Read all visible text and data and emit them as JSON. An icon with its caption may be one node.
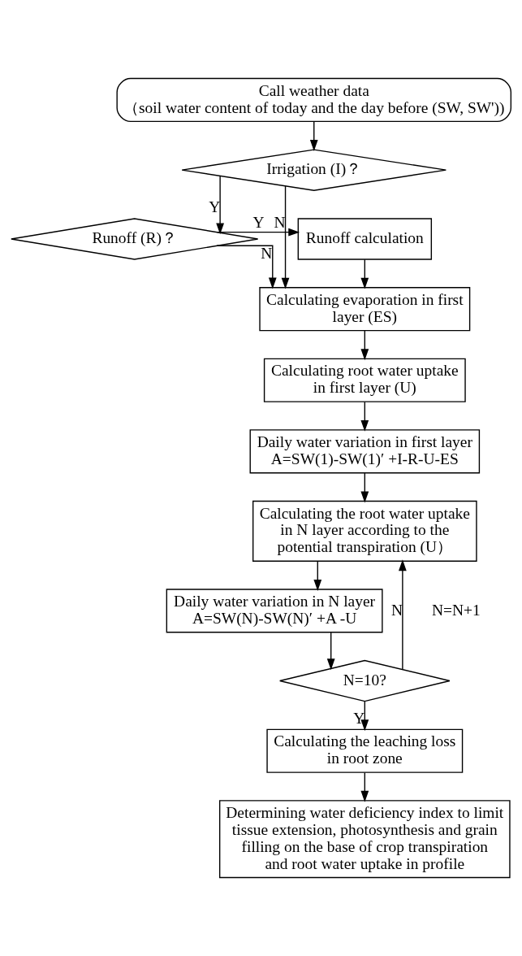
{
  "diagram": {
    "nodes": [
      {
        "text": [
          "Call weather data",
          "（soil water content of today and the day before (SW, SW'))"
        ]
      },
      {
        "text": [
          "Irrigation (I)？"
        ]
      },
      {
        "text": [
          "Runoff (R)？"
        ]
      },
      {
        "text": [
          "Runoff calculation"
        ]
      },
      {
        "text": [
          "Calculating evaporation in first layer (ES)"
        ]
      },
      {
        "text": [
          "Calculating root water uptake in first layer (U)"
        ]
      },
      {
        "text": [
          "Daily water variation in first layer",
          "A=SW(1)-SW(1)′ +I-R-U-ES"
        ]
      },
      {
        "text": [
          "Calculating the root water uptake in N layer according to the potential transpiration (U）"
        ]
      },
      {
        "text": [
          "Daily water variation in N layer",
          "A=SW(N)-SW(N)′ +A -U"
        ]
      },
      {
        "text": [
          "N=10?"
        ]
      },
      {
        "text": [
          "Calculating the leaching loss in root zone"
        ]
      },
      {
        "text": [
          "Determining water deficiency index to limit tissue extension, photosynthesis and grain filling on the base of crop transpiration and root water uptake in profile"
        ]
      }
    ],
    "edges": [
      {
        "from": 0,
        "to": 1,
        "arrow": "to"
      },
      {
        "from": 1,
        "to": 2,
        "arrow": "to",
        "label": "Y"
      },
      {
        "from": 1,
        "to": 4,
        "arrow": "to",
        "label": "N"
      },
      {
        "from": 2,
        "to": 3,
        "arrow": "to",
        "label": "Y"
      },
      {
        "from": 2,
        "to": 4,
        "arrow": "to",
        "label": "N"
      },
      {
        "from": 3,
        "to": 4,
        "arrow": "to"
      },
      {
        "from": 4,
        "to": 5,
        "arrow": "to"
      },
      {
        "from": 5,
        "to": 6,
        "arrow": "to"
      },
      {
        "from": 6,
        "to": 7,
        "arrow": "to"
      },
      {
        "from": 7,
        "to": 8,
        "arrow": "to"
      },
      {
        "from": 8,
        "to": 9,
        "arrow": "to"
      },
      {
        "from": 9,
        "to": 7,
        "arrow": "to",
        "label": "N"
      },
      {
        "from": 9,
        "to": 10,
        "arrow": "to",
        "label": "Y"
      },
      {
        "from": 10,
        "to": 11,
        "arrow": "to"
      }
    ],
    "labels": [
      "N=N+1"
    ]
  }
}
